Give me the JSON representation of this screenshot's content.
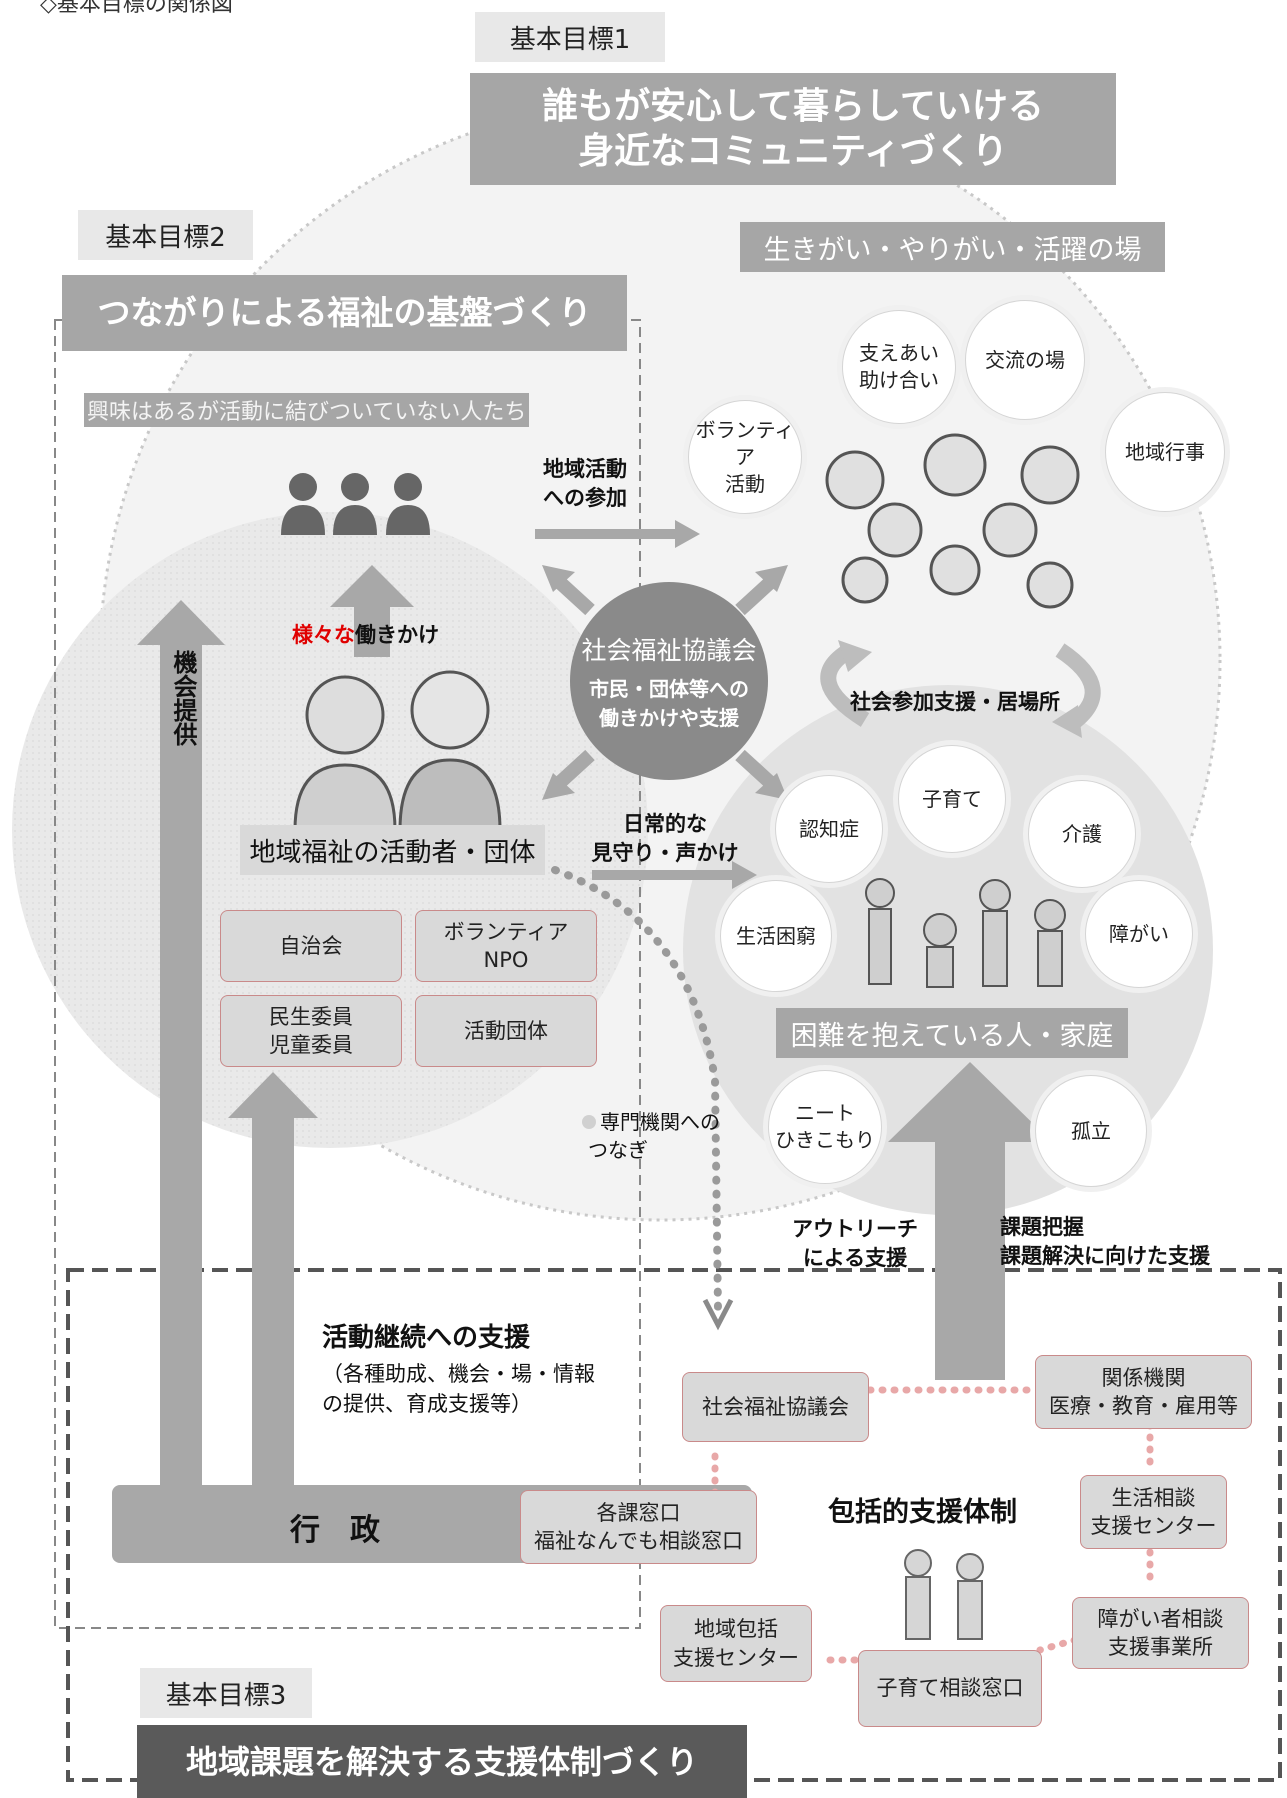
{
  "header": {
    "partial_label": "◇基本目標の関係図"
  },
  "goal1": {
    "tag": "基本目標1",
    "line1": "誰もが安心して暮らしていける",
    "line2": "身近なコミュニティづくり"
  },
  "goal2": {
    "tag": "基本目標2",
    "title": "つながりによる福祉の基盤づくり"
  },
  "goal3": {
    "tag": "基本目標3",
    "title": "地域課題を解決する支援体制づくり"
  },
  "interested": {
    "label": "興味はあるが活動に結びついていない人たち"
  },
  "arrows": {
    "participation_1": "地域活動",
    "participation_2": "への参加",
    "various_red": "様々な",
    "various_rest": "働きかけ",
    "opportunity": "機会提供",
    "watch_1": "日常的な",
    "watch_2": "見守り・声かけ",
    "social_support": "社会参加支援・居場所",
    "referral_1": "専門機関への",
    "referral_2": "つなぎ",
    "outreach_1": "アウトリーチ",
    "outreach_2": "による支援",
    "issue_1": "課題把握",
    "issue_2": "課題解決に向けた支援"
  },
  "council": {
    "title": "社会福祉協議会",
    "line1": "市民・団体等への",
    "line2": "働きかけや支援"
  },
  "activists": {
    "label": "地域福祉の活動者・団体"
  },
  "groups": [
    {
      "line1": "自治会",
      "line2": ""
    },
    {
      "line1": "ボランティア",
      "line2": "NPO"
    },
    {
      "line1": "民生委員",
      "line2": "児童委員"
    },
    {
      "line1": "活動団体",
      "line2": ""
    }
  ],
  "ikigai": {
    "label": "生きがい・やりがい・活躍の場",
    "circles": [
      {
        "line1": "支えあい",
        "line2": "助け合い"
      },
      {
        "line1": "交流の場",
        "line2": ""
      },
      {
        "line1": "ボランティア",
        "line2": "活動"
      },
      {
        "line1": "地域行事",
        "line2": ""
      }
    ]
  },
  "difficulty": {
    "label": "困難を抱えている人・家庭",
    "circles": [
      {
        "line1": "子育て",
        "line2": ""
      },
      {
        "line1": "認知症",
        "line2": ""
      },
      {
        "line1": "介護",
        "line2": ""
      },
      {
        "line1": "生活困窮",
        "line2": ""
      },
      {
        "line1": "障がい",
        "line2": ""
      },
      {
        "line1": "ニート",
        "line2": "ひきこもり"
      },
      {
        "line1": "孤立",
        "line2": ""
      }
    ]
  },
  "support": {
    "title": "活動継続への支援",
    "line1": "（各種助成、機会・場・情報",
    "line2": "の提供、育成支援等）"
  },
  "admin": {
    "label": "行　政",
    "window_1": "各課窓口",
    "window_2": "福祉なんでも相談窓口"
  },
  "system": {
    "title": "包括的支援体制",
    "nodes": [
      {
        "line1": "社会福祉協議会",
        "line2": ""
      },
      {
        "line1": "関係機関",
        "line2": "医療・教育・雇用等"
      },
      {
        "line1": "生活相談",
        "line2": "支援センター"
      },
      {
        "line1": "障がい者相談",
        "line2": "支援事業所"
      },
      {
        "line1": "子育て相談窓口",
        "line2": ""
      },
      {
        "line1": "地域包括",
        "line2": "支援センター"
      }
    ]
  },
  "colors": {
    "accent_red": "#e00000",
    "title_gray": "#a6a6a6",
    "dark_title": "#5a5a5a",
    "arrow_gray": "#a0a0a0",
    "pink_dot": "#e8a8a8"
  }
}
